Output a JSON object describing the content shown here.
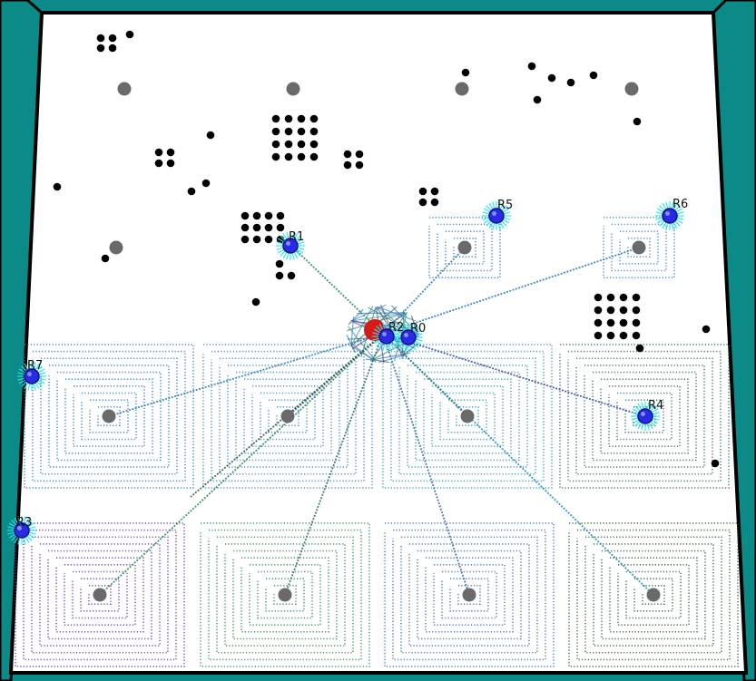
{
  "scene": {
    "colors": {
      "frame": "#0b8a87",
      "frame_border": "#000000",
      "floor": "#ffffff",
      "beacon": "#6a6a6a",
      "obstacle": "#000000",
      "robot": "#2a2ae6",
      "robot_glow": "#22e6f2",
      "goal": "#d61a1a"
    },
    "robots": [
      {
        "label": "R0",
        "trail_color": "#2c7fb8"
      },
      {
        "label": "R1",
        "trail_color": "#2e8b57"
      },
      {
        "label": "R2",
        "trail_color": "#3a4fb0"
      },
      {
        "label": "R3",
        "trail_color": "#2f5f3a"
      },
      {
        "label": "R4",
        "trail_color": "#2f6f6a"
      },
      {
        "label": "R5",
        "trail_color": "#3b6fb0"
      },
      {
        "label": "R6",
        "trail_color": "#2a8fb8"
      },
      {
        "label": "R7",
        "trail_color": "#2c7fb8"
      }
    ],
    "icons": {
      "robot": "robot-icon",
      "goal": "goal-marker-icon",
      "beacon": "beacon-icon",
      "obstacle": "obstacle-icon"
    }
  }
}
